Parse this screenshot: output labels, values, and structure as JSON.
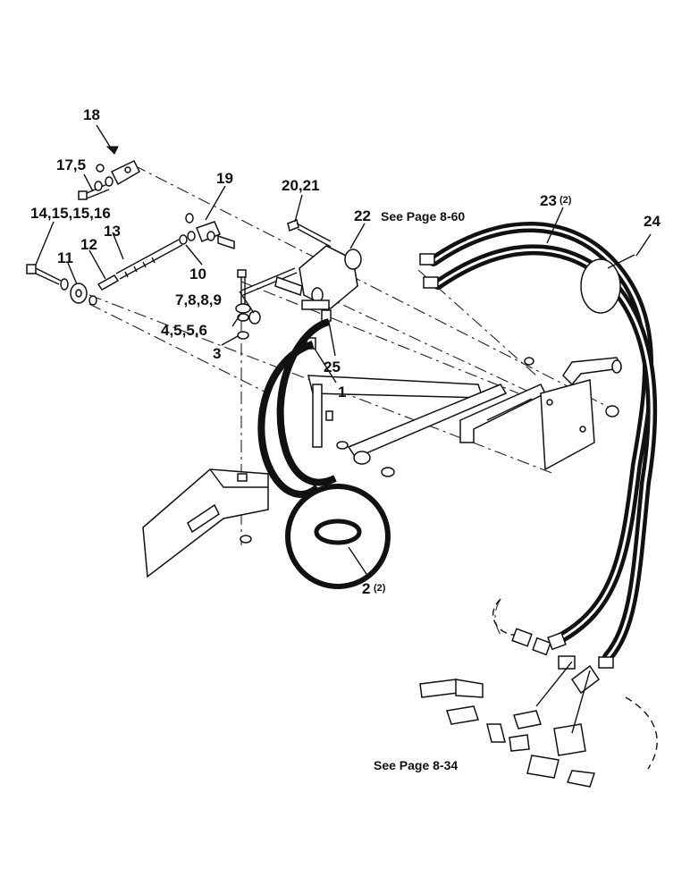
{
  "callouts": {
    "c18": "18",
    "c17_5": "17,5",
    "c19": "19",
    "c20_21": "20,21",
    "c22": "22",
    "c22_ref": "See Page 8-60",
    "c23": "23",
    "c23_qty": "(2)",
    "c24": "24",
    "c14_16": "14,15,15,16",
    "c13": "13",
    "c12": "12",
    "c11": "11",
    "c10": "10",
    "c7_9": "7,8,8,9",
    "c4_6": "4,5,5,6",
    "c3": "3",
    "c25": "25",
    "c1": "1",
    "c2": "2",
    "c2_qty": "(2)"
  },
  "notes": {
    "bottom_ref": "See Page 8-34"
  },
  "colors": {
    "ink": "#111111",
    "paper": "#ffffff"
  }
}
